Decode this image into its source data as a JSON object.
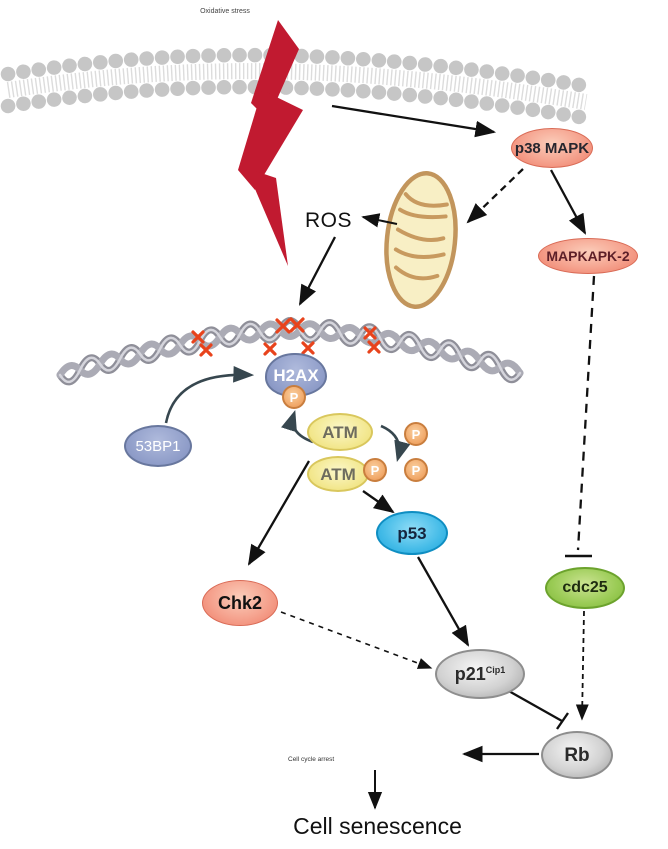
{
  "labels": {
    "oxidative_stress": "Oxidative stress",
    "ros": "ROS",
    "cell_cycle_arrest": "Cell cycle arrest",
    "cell_senescence": "Cell senescence",
    "phosphate": "P"
  },
  "nodes": {
    "p38_mapk": {
      "label": "p38 MAPK"
    },
    "mapkapk2": {
      "label": "MAPKAPK-2"
    },
    "h2ax": {
      "label": "H2AX"
    },
    "bp53_1": {
      "label": "53BP1"
    },
    "atm_upper": {
      "label": "ATM"
    },
    "atm_lower": {
      "label": "ATM"
    },
    "p53": {
      "label": "p53"
    },
    "chk2": {
      "label": "Chk2"
    },
    "cdc25": {
      "label": "cdc25"
    },
    "p21": {
      "label": "p21",
      "superscript": "Cip1"
    },
    "rb": {
      "label": "Rb"
    }
  },
  "colors": {
    "salmon_node": "#EE7C66",
    "yellow_node": "#F2E68A",
    "blue_node": "#8E9CC8",
    "cyan_node": "#29ABE2",
    "green_node": "#8CC63F",
    "gray_node": "#ABABAB",
    "phosphate_orange": "#EF9E5F",
    "lightning_red": "#C11A30",
    "damage_x_red": "#E8431C",
    "membrane_gray": "#C6C6C6",
    "dna_gray": "#A2A2AC"
  }
}
